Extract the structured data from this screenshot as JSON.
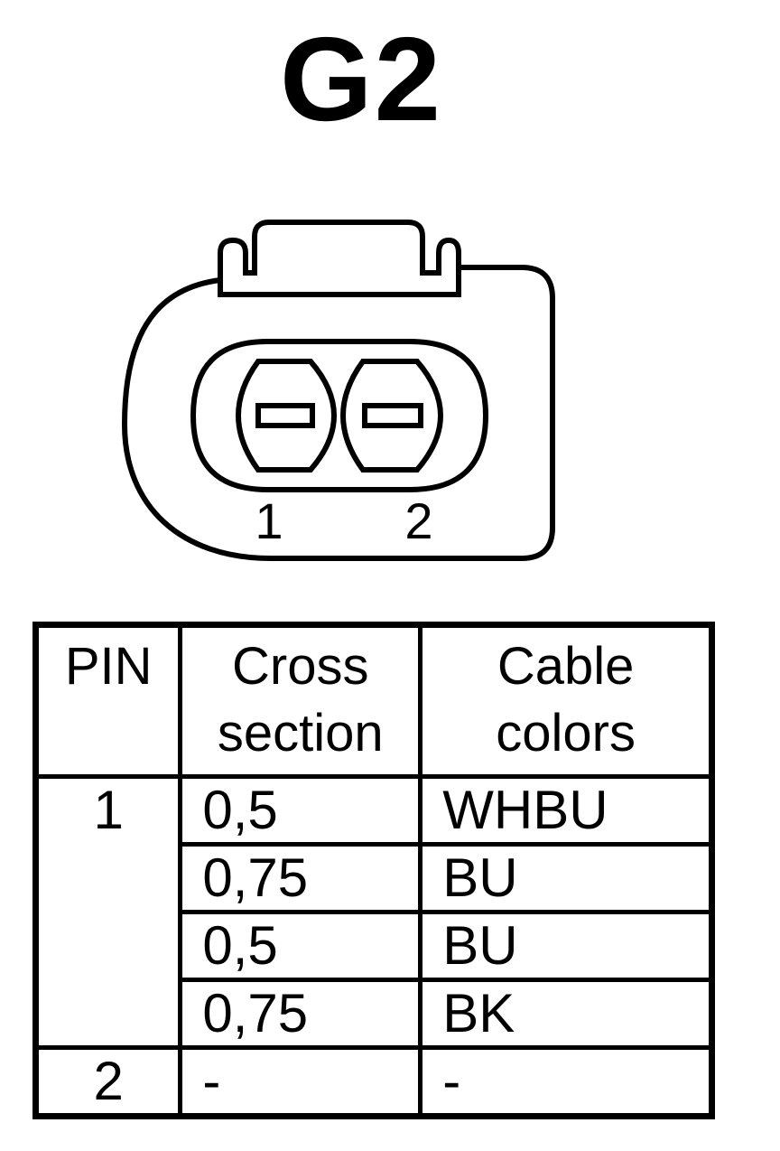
{
  "title": "G2",
  "connector": {
    "pin_labels": [
      "1",
      "2"
    ]
  },
  "table": {
    "headers": {
      "pin": "PIN",
      "cross_section": [
        "Cross",
        "section"
      ],
      "cable_colors": [
        "Cable",
        "colors"
      ]
    },
    "pin1": {
      "pin": "1",
      "rows": [
        {
          "cross_section": "0,5",
          "cable_color": "WHBU"
        },
        {
          "cross_section": "0,75",
          "cable_color": "BU"
        },
        {
          "cross_section": "0,5",
          "cable_color": "BU"
        },
        {
          "cross_section": "0,75",
          "cable_color": "BK"
        }
      ]
    },
    "pin2": {
      "pin": "2",
      "cross_section": "-",
      "cable_color": "-"
    }
  }
}
